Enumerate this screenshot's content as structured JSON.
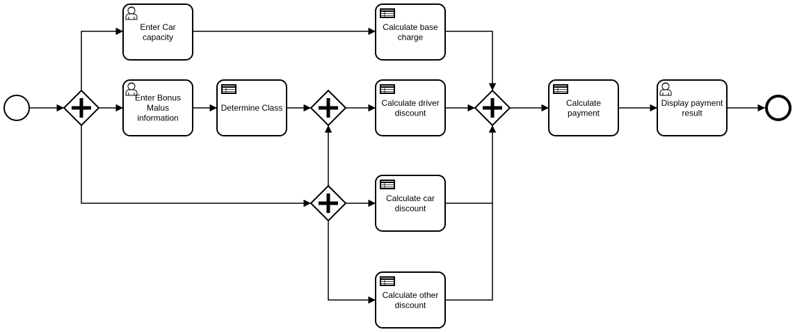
{
  "diagram": {
    "tasks": [
      {
        "id": "enter-car-capacity",
        "icon": "user-icon",
        "lines": [
          "Enter Car",
          "capacity"
        ]
      },
      {
        "id": "enter-bonus-malus",
        "icon": "user-icon",
        "lines": [
          "Enter Bonus",
          "Malus",
          "information"
        ]
      },
      {
        "id": "determine-class",
        "icon": "table-icon",
        "lines": [
          "Determine Class"
        ]
      },
      {
        "id": "calc-base-charge",
        "icon": "table-icon",
        "lines": [
          "Calculate base",
          "charge"
        ]
      },
      {
        "id": "calc-driver-discount",
        "icon": "table-icon",
        "lines": [
          "Calculate driver",
          "discount"
        ]
      },
      {
        "id": "calc-car-discount",
        "icon": "table-icon",
        "lines": [
          "Calculate car",
          "discount"
        ]
      },
      {
        "id": "calc-other-discount",
        "icon": "table-icon",
        "lines": [
          "Calculate other",
          "discount"
        ]
      },
      {
        "id": "calc-payment",
        "icon": "table-icon",
        "lines": [
          "Calculate",
          "payment"
        ]
      },
      {
        "id": "display-payment",
        "icon": "user-icon",
        "lines": [
          "Display payment",
          "result"
        ]
      }
    ],
    "gateways": [
      {
        "id": "split-gateway",
        "type": "parallel"
      },
      {
        "id": "class-join-gateway",
        "type": "parallel"
      },
      {
        "id": "discount-split-gateway",
        "type": "parallel"
      },
      {
        "id": "merge-gateway",
        "type": "parallel"
      }
    ],
    "events": [
      {
        "id": "start-event",
        "type": "start"
      },
      {
        "id": "end-event",
        "type": "end"
      }
    ]
  }
}
